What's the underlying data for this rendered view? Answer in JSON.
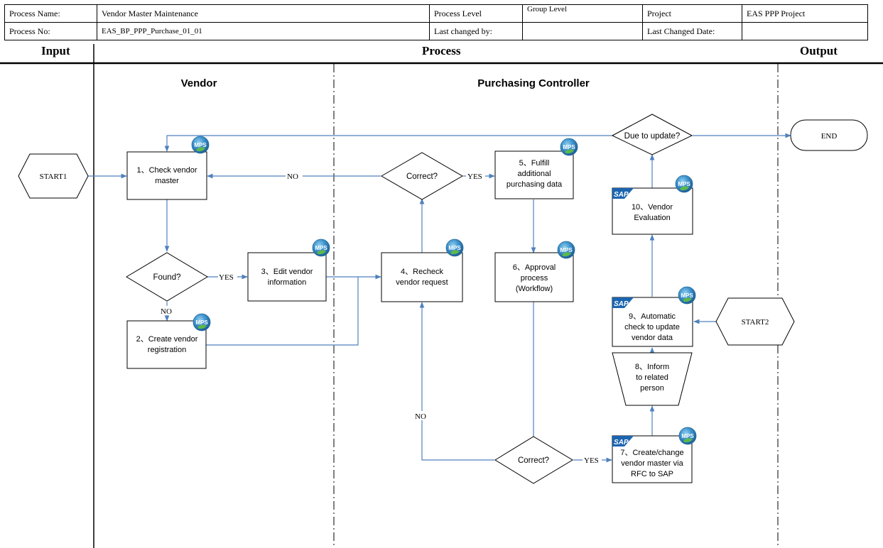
{
  "header": {
    "process_name_label": "Process Name:",
    "process_name": "Vendor Master Maintenance",
    "process_level_label": "Process Level",
    "process_level": "Group Level",
    "project_label": "Project",
    "project": "EAS PPP Project",
    "process_no_label": "Process No:",
    "process_no": "EAS_BP_PPP_Purchase_01_01",
    "last_changed_by_label": "Last changed by:",
    "last_changed_by": "",
    "last_changed_date_label": "Last Changed Date:",
    "last_changed_date": ""
  },
  "columns": {
    "input": "Input",
    "process": "Process",
    "output": "Output"
  },
  "lanes": {
    "vendor": "Vendor",
    "purchasing": "Purchasing Controller"
  },
  "badges": {
    "mps": "MPS",
    "sap": "SAP"
  },
  "terminals": {
    "start1": "START1",
    "start2": "START2",
    "end": "END"
  },
  "steps": {
    "s1": [
      "1、Check vendor",
      "master"
    ],
    "s2": [
      "2、Create vendor",
      "registration"
    ],
    "s3": [
      "3、Edit vendor",
      "information"
    ],
    "s4": [
      "4、Recheck",
      "vendor request"
    ],
    "s5": [
      "5、Fulfill",
      "additional",
      "purchasing data"
    ],
    "s6": [
      "6、Approval",
      "process",
      "(Workflow)"
    ],
    "s7": [
      "7、Create/change",
      "vendor master via",
      "RFC to SAP"
    ],
    "s8": [
      "8、Inform",
      "to related",
      "person"
    ],
    "s9": [
      "9、Automatic",
      "check to update",
      "vendor data"
    ],
    "s10": [
      "10、Vendor",
      "Evaluation"
    ]
  },
  "decisions": {
    "found": "Found?",
    "correct_top": "Correct?",
    "correct_bottom": "Correct?",
    "due_update": "Due to update?"
  },
  "edge_labels": {
    "yes": "YES",
    "no": "NO"
  },
  "colors": {
    "connector": "#4f81bd",
    "mps_badge": "#3a8ec9",
    "sap_badge": "#1b64b0"
  }
}
